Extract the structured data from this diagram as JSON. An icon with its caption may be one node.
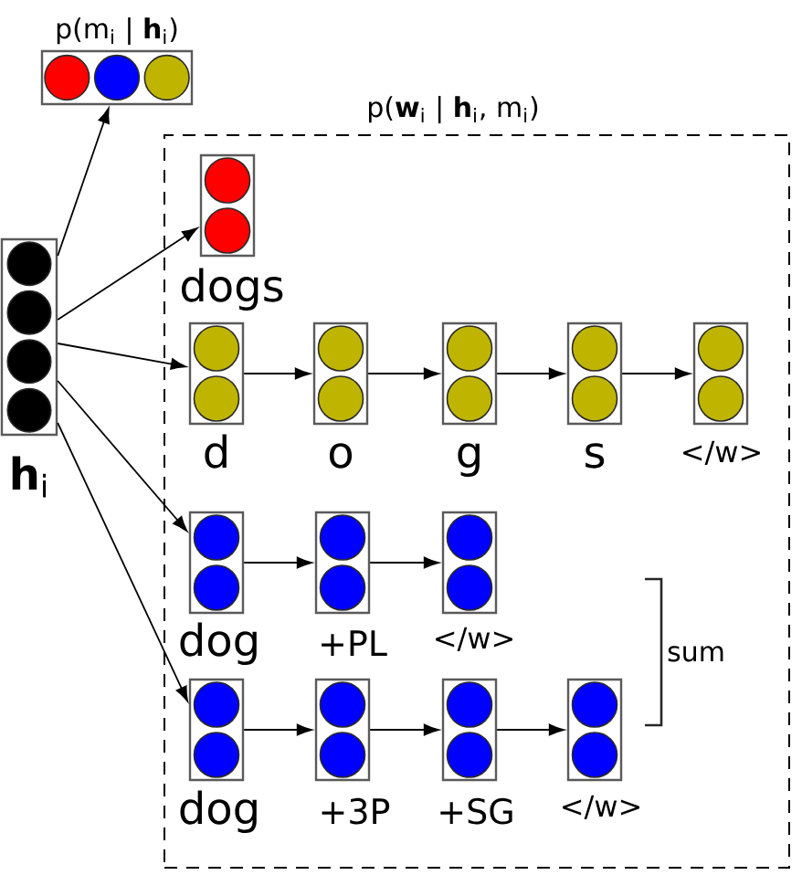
{
  "diagram": {
    "nodes": [
      {
        "text": [
          "p(m$_{i}$ | **h**$_{i}$)"
        ]
      },
      {
        "text": [
          "p(**w**$_{i}$ | **h**$_{i}$, m$_{i}$)"
        ]
      },
      {
        "text": [],
        "shape": "box",
        "beside": [
          "**h**$_{i}$"
        ]
      },
      {
        "text": [],
        "shape": "box",
        "beside": [
          "dogs"
        ],
        "in": 1
      },
      {
        "text": [],
        "shape": "box",
        "beside": [
          "d"
        ],
        "in": 1
      },
      {
        "text": [],
        "shape": "box",
        "beside": [
          "o"
        ],
        "in": 1
      },
      {
        "text": [],
        "shape": "box",
        "beside": [
          "g"
        ],
        "in": 1
      },
      {
        "text": [],
        "shape": "box",
        "beside": [
          "s"
        ],
        "in": 1
      },
      {
        "text": [],
        "shape": "box",
        "beside": [
          "</w>"
        ],
        "in": 1
      },
      {
        "text": [],
        "shape": "box",
        "beside": [
          "dog"
        ],
        "in": 1
      },
      {
        "text": [],
        "shape": "box",
        "beside": [
          "+PL"
        ],
        "in": 1
      },
      {
        "text": [],
        "shape": "box",
        "beside": [
          "</w>"
        ],
        "in": 1
      },
      {
        "text": [],
        "shape": "box",
        "beside": [
          "dog"
        ],
        "in": 1
      },
      {
        "text": [],
        "shape": "box",
        "beside": [
          "+3P"
        ],
        "in": 1
      },
      {
        "text": [],
        "shape": "box",
        "beside": [
          "+SG"
        ],
        "in": 1
      },
      {
        "text": [],
        "shape": "box",
        "beside": [
          "</w>"
        ],
        "in": 1
      }
    ],
    "edges": [
      {
        "from": 2,
        "to": 0,
        "arrow": "to"
      },
      {
        "from": 2,
        "to": 3,
        "arrow": "to"
      },
      {
        "from": 2,
        "to": 4,
        "arrow": "to"
      },
      {
        "from": 2,
        "to": 9,
        "arrow": "to"
      },
      {
        "from": 2,
        "to": 12,
        "arrow": "to"
      },
      {
        "from": 4,
        "to": 5,
        "arrow": "to"
      },
      {
        "from": 5,
        "to": 6,
        "arrow": "to"
      },
      {
        "from": 6,
        "to": 7,
        "arrow": "to"
      },
      {
        "from": 7,
        "to": 8,
        "arrow": "to"
      },
      {
        "from": 9,
        "to": 10,
        "arrow": "to"
      },
      {
        "from": 10,
        "to": 11,
        "arrow": "to"
      },
      {
        "from": 12,
        "to": 13,
        "arrow": "to"
      },
      {
        "from": 13,
        "to": 14,
        "arrow": "to"
      },
      {
        "from": 14,
        "to": 15,
        "arrow": "to"
      }
    ],
    "labels": [
      "sum"
    ]
  }
}
